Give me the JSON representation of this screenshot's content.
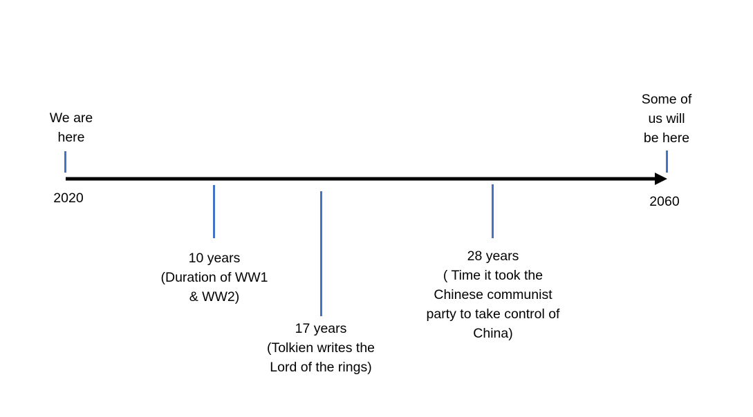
{
  "colors": {
    "axis": "#000000",
    "tick": "#4472c4",
    "text": "#000000",
    "background": "#ffffff"
  },
  "timeline": {
    "start": {
      "year": "2020",
      "caption": "We are\nhere"
    },
    "end": {
      "year": "2060",
      "caption": "Some of\nus will\nbe here"
    },
    "markers": [
      {
        "years": "10 years",
        "description": "(Duration of WW1\n& WW2)"
      },
      {
        "years": "17 years",
        "description": "(Tolkien writes the\nLord of the rings)"
      },
      {
        "years": "28 years",
        "description": "( Time it took the\nChinese communist\nparty to take control of\nChina)"
      }
    ]
  }
}
